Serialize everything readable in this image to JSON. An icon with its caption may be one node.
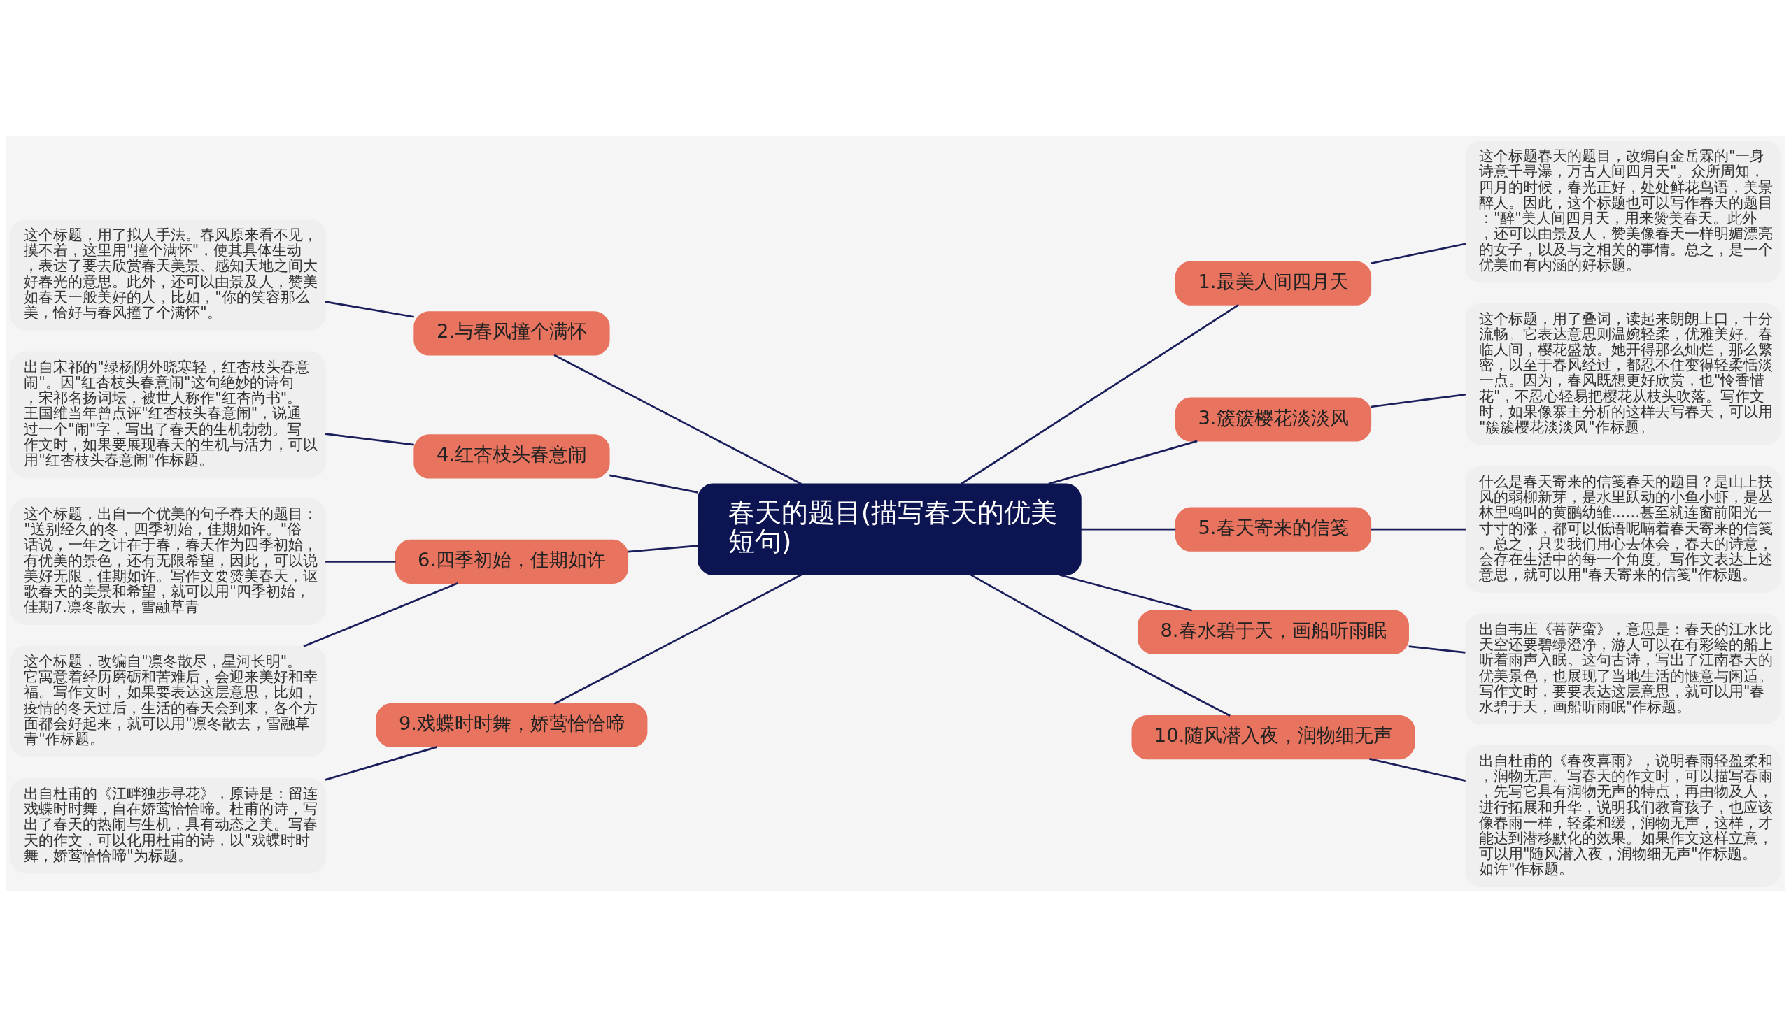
{
  "diagram": {
    "nodes": [
      {
        "text": [
          "春天的题目(描写春天的优美短句)"
        ]
      },
      {
        "text": [
          "1.最美人间四月天"
        ]
      },
      {
        "text": [
          "这个标题春天的题目，改编自金岳霖的\"一身诗意千寻瀑，万古人间四月天\"。众所周知，四月的时候，春光正好，处处鲜花鸟语，美景醉人。因此，这个标题也可以写作春天的题目：\"醉\"美人间四月天，用来赞美春天。此外，还可以由景及人，赞美像春天一样明媚漂亮的女子，以及与之相关的事情。总之，是一个优美而有内涵的好标题。"
        ]
      },
      {
        "text": [
          "2.与春风撞个满怀"
        ]
      },
      {
        "text": [
          "这个标题，用了拟人手法。春风原来看不见，摸不着，这里用\"撞个满怀\"，使其具体生动，表达了要去欣赏春天美景、感知天地之间大好春光的意思。此外，还可以由景及人，赞美如春天一般美好的人，比如，\"你的笑容那么美，恰好与春风撞了个满怀\"。"
        ]
      },
      {
        "text": [
          "3.簇簇樱花淡淡风"
        ]
      },
      {
        "text": [
          "这个标题，用了叠词，读起来朗朗上口，十分流畅。它表达意思则温婉轻柔，优雅美好。春临人间，樱花盛放。她开得那么灿烂，那么繁密，以至于春风经过，都忍不住变得轻柔恬淡一点。因为，春风既想更好欣赏，也\"怜香惜花\"，不忍心轻易把樱花从枝头吹落。写作文时，如果像寨主分析的这样去写春天，可以用\"簇簇樱花淡淡风\"作标题。"
        ]
      },
      {
        "text": [
          "4.红杏枝头春意闹"
        ]
      },
      {
        "text": [
          "出自宋祁的\"绿杨阴外晓寒轻，红杏枝头春意闹\"。因\"红杏枝头春意闹\"这句绝妙的诗句，宋祁名扬词坛，被世人称作\"红杏尚书\"。王国维当年曾点评\"红杏枝头春意闹\"，说通过一个\"闹\"字，写出了春天的生机勃勃。写作文时，如果要展现春天的生机与活力，可以用\"红杏枝头春意闹\"作标题。"
        ]
      },
      {
        "text": [
          "5.春天寄来的信笺"
        ]
      },
      {
        "text": [
          "什么是春天寄来的信笺春天的题目？是山上扶风的弱柳新芽，是水里跃动的小鱼小虾，是丛林里鸣叫的黄鹂幼雏……甚至就连窗前阳光一寸寸的涨，都可以低语呢喃着春天寄来的信笺。总之，只要我们用心去体会，春天的诗意，会存在生活中的每一个角度。写作文表达上述意思，就可以用\"春天寄来的信笺\"作标题。"
        ]
      },
      {
        "text": [
          "6.四季初始，佳期如许"
        ]
      },
      {
        "text": [
          "这个标题，出自一个优美的句子春天的题目：\"送别经久的冬，四季初始，佳期如许。\"俗话说，一年之计在于春，春天作为四季初始，有优美的景色，还有无限希望，因此，可以说美好无限，佳期如许。写作文要赞美春天，讴歌春天的美景和希望，就可以用\"四季初始，佳期7.凛冬散去，雪融草青"
        ]
      },
      {
        "text": [
          "这个标题，改编自\"凛冬散尽，星河长明\"。它寓意着经历磨砺和苦难后，会迎来美好和幸福。写作文时，如果要表达这层意思，比如，疫情的冬天过后，生活的春天会到来，各个方面都会好起来，就可以用\"凛冬散去，雪融草青\"作标题。"
        ]
      },
      {
        "text": [
          "8.春水碧于天，画船听雨眠"
        ]
      },
      {
        "text": [
          "出自韦庄《菩萨蛮》，意思是：春天的江水比天空还要碧绿澄净，游人可以在有彩绘的船上听着雨声入眠。这句古诗，写出了江南春天的优美景色，也展现了当地生活的惬意与闲适。写作文时，要要表达这层意思，就可以用\"春水碧于天，画船听雨眠\"作标题。"
        ]
      },
      {
        "text": [
          "9.戏蝶时时舞，娇莺恰恰啼"
        ]
      },
      {
        "text": [
          "出自杜甫的《江畔独步寻花》，原诗是：留连戏蝶时时舞，自在娇莺恰恰啼。杜甫的诗，写出了春天的热闹与生机，具有动态之美。写春天的作文，可以化用杜甫的诗，以\"戏蝶时时舞，娇莺恰恰啼\"为标题。"
        ]
      },
      {
        "text": [
          "10.随风潜入夜，润物细无声"
        ]
      },
      {
        "text": [
          "出自杜甫的《春夜喜雨》，说明春雨轻盈柔和，润物无声。写春天的作文时，可以描写春雨，先写它具有润物无声的特点，再由物及人，进行拓展和升华，说明我们教育孩子，也应该像春雨一样，轻柔和缓，润物无声，这样，才能达到潜移默化的效果。如果作文这样立意，可以用\"随风潜入夜，润物细无声\"作标题。如许\"作标题。"
        ]
      }
    ],
    "edges": [
      {
        "from": 0,
        "to": 1,
        "arrow": "none"
      },
      {
        "from": 1,
        "to": 2,
        "arrow": "none"
      },
      {
        "from": 0,
        "to": 3,
        "arrow": "none"
      },
      {
        "from": 3,
        "to": 4,
        "arrow": "none"
      },
      {
        "from": 0,
        "to": 5,
        "arrow": "none"
      },
      {
        "from": 5,
        "to": 6,
        "arrow": "none"
      },
      {
        "from": 0,
        "to": 7,
        "arrow": "none"
      },
      {
        "from": 7,
        "to": 8,
        "arrow": "none"
      },
      {
        "from": 0,
        "to": 9,
        "arrow": "none"
      },
      {
        "from": 9,
        "to": 10,
        "arrow": "none"
      },
      {
        "from": 0,
        "to": 11,
        "arrow": "none"
      },
      {
        "from": 11,
        "to": 12,
        "arrow": "none"
      },
      {
        "from": 11,
        "to": 13,
        "arrow": "none"
      },
      {
        "from": 0,
        "to": 14,
        "arrow": "none"
      },
      {
        "from": 14,
        "to": 15,
        "arrow": "none"
      },
      {
        "from": 0,
        "to": 16,
        "arrow": "none"
      },
      {
        "from": 16,
        "to": 17,
        "arrow": "none"
      },
      {
        "from": 0,
        "to": 18,
        "arrow": "none"
      },
      {
        "from": 18,
        "to": 19,
        "arrow": "none"
      }
    ]
  }
}
